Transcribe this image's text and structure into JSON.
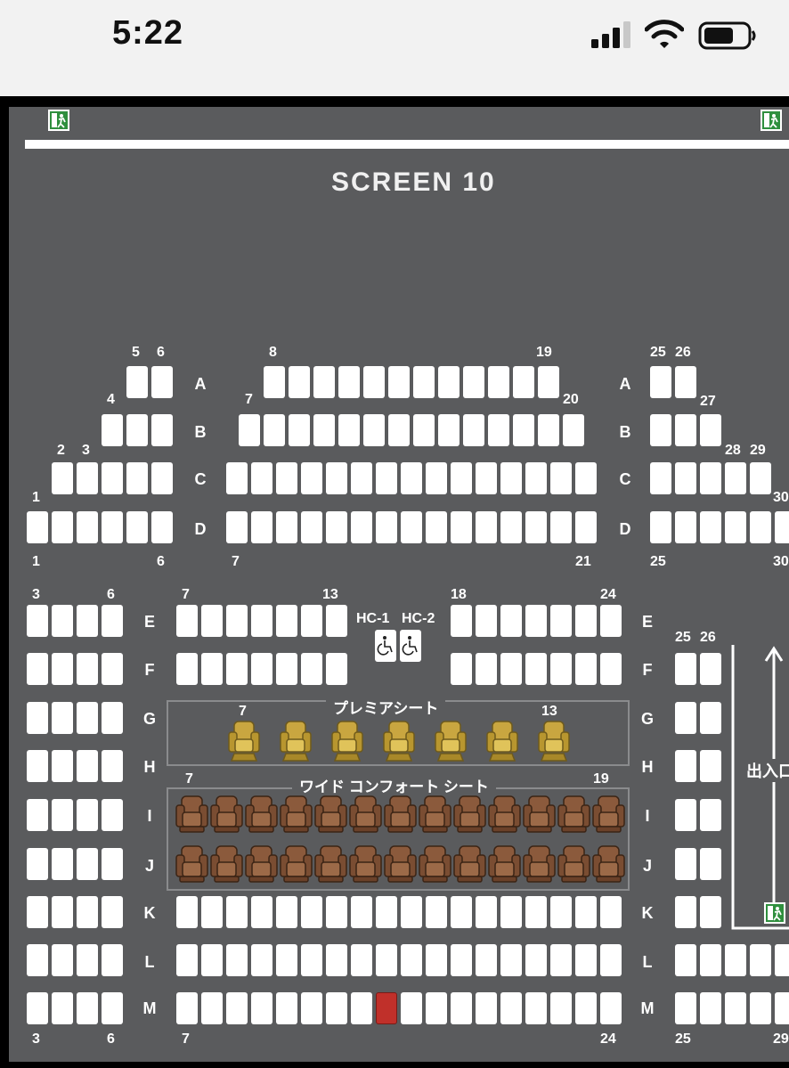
{
  "status_bar": {
    "time": "5:22",
    "icons": [
      "cellular-signal-icon",
      "wifi-icon",
      "battery-icon"
    ]
  },
  "theater": {
    "screen_title": "SCREEN 10",
    "exit_icon": "emergency-exit-icon",
    "entrance_label": "出入口",
    "premium_title": "プレミアシート",
    "wide_title": "ワイド コンフォート シート",
    "sold_seat": "M-15",
    "colors": {
      "background": "#5a5b5d",
      "seat": "#ffffff",
      "sold": "#c0302a",
      "premium": "#c9a640",
      "wide": "#8b5a3c",
      "exit": "#2f8f3e"
    },
    "handicap_seats": [
      "HC-1",
      "HC-2"
    ],
    "row_labels": [
      "A",
      "B",
      "C",
      "D",
      "E",
      "F",
      "G",
      "H",
      "I",
      "J",
      "K",
      "L",
      "M"
    ],
    "seat_numbers": {
      "A": [
        "5",
        "6",
        "8",
        "19",
        "25",
        "26"
      ],
      "B": [
        "4",
        "7",
        "20",
        "27"
      ],
      "C": [
        "2",
        "3",
        "28",
        "29"
      ],
      "D": [
        "1",
        "30"
      ],
      "D_bottom": [
        "1",
        "6",
        "7",
        "21",
        "25",
        "30"
      ],
      "E": [
        "3",
        "6",
        "7",
        "13",
        "18",
        "24"
      ],
      "F": [
        "25",
        "26"
      ],
      "G": [
        "7",
        "13"
      ],
      "I": [
        "7",
        "19"
      ],
      "M_bottom": [
        "3",
        "6",
        "7",
        "24",
        "25",
        "29"
      ]
    }
  }
}
